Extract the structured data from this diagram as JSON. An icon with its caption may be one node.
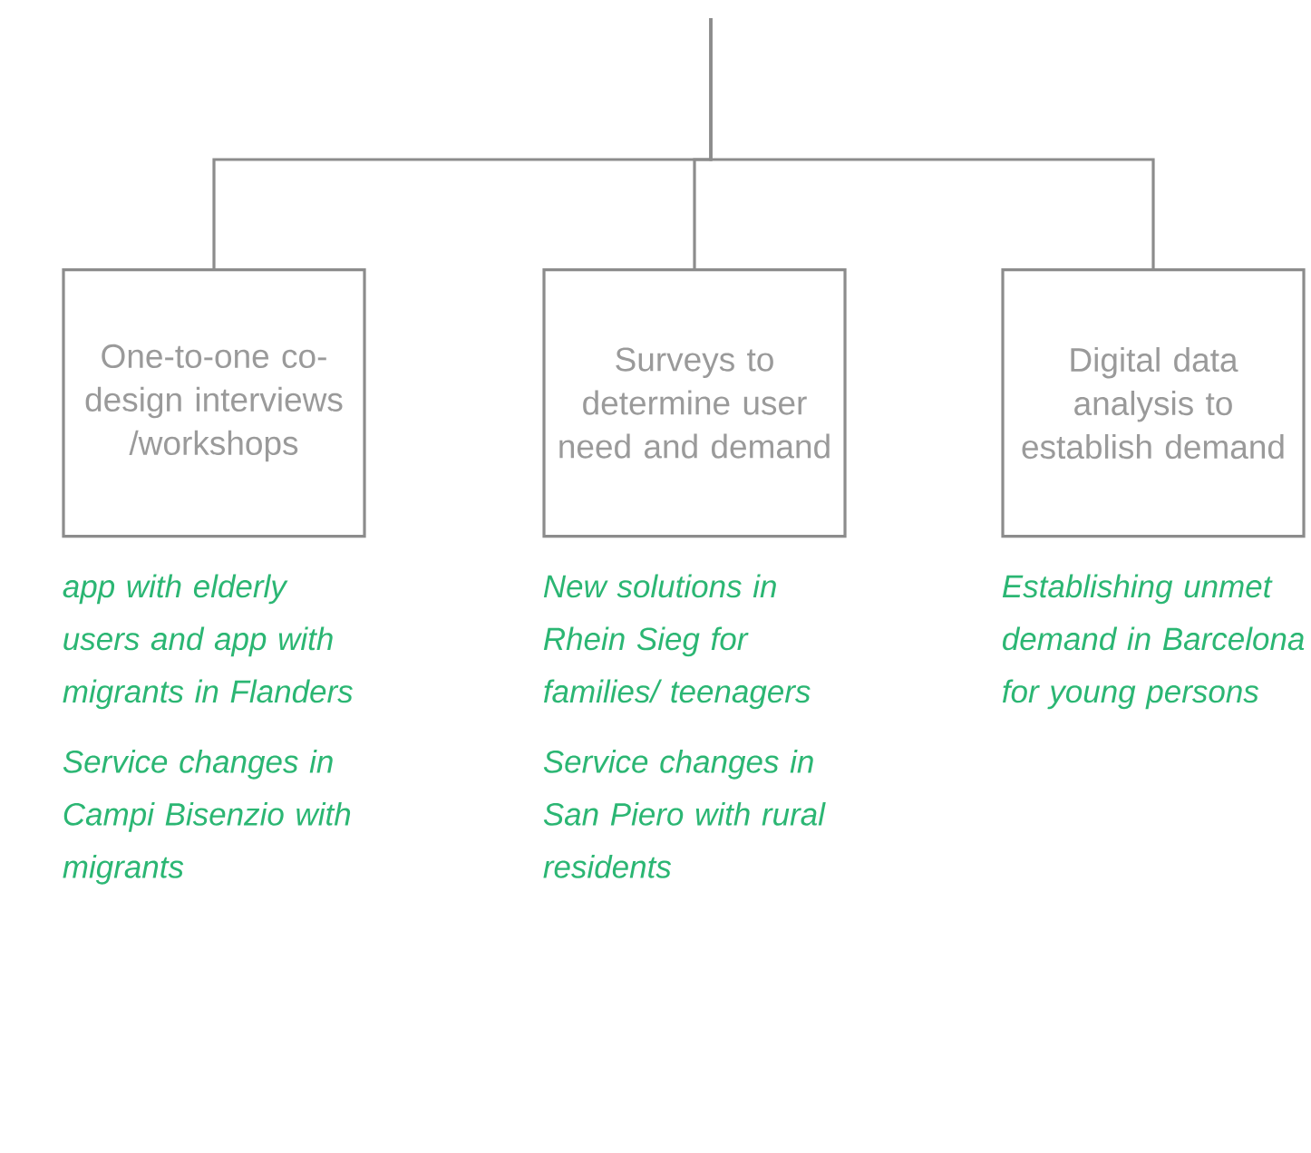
{
  "diagram": {
    "nodes": [
      {
        "text": [
          "One-to-one co-design interviews /workshops"
        ],
        "beside": [
          "app with elderly users and app with migrants in Flanders",
          "Service changes in Campi Bisenzio with migrants"
        ]
      },
      {
        "text": [
          "Surveys to determine user need and demand"
        ],
        "beside": [
          "New solutions in Rhein Sieg for families/ teenagers",
          "Service changes in San Piero with rural residents"
        ]
      },
      {
        "text": [
          "Digital data analysis to establish demand"
        ],
        "beside": [
          "Establishing unmet demand in Barcelona for young persons"
        ]
      }
    ],
    "edges": [
      {
        "from": null,
        "to": 0,
        "arrow": "none"
      },
      {
        "from": null,
        "to": 1,
        "arrow": "none"
      },
      {
        "from": null,
        "to": 2,
        "arrow": "none"
      }
    ]
  }
}
